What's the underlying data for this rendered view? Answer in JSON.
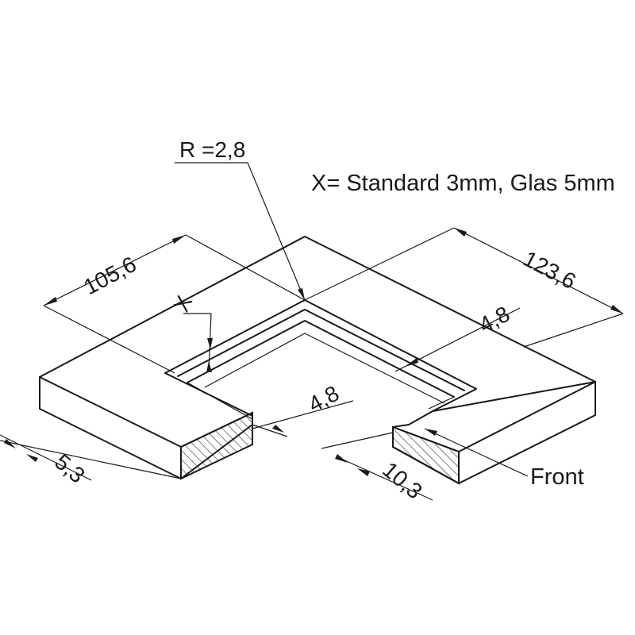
{
  "note": "X= Standard 3mm, Glas 5mm",
  "dimensions": {
    "radius": "R =2,8",
    "x_mark": "X",
    "width_left": "105,6",
    "width_right": "123,6",
    "slot_right": "4,8",
    "slot_front": "4,8",
    "edge_left": "5,3",
    "edge_right": "10,3"
  },
  "labels": {
    "front": "Front"
  }
}
